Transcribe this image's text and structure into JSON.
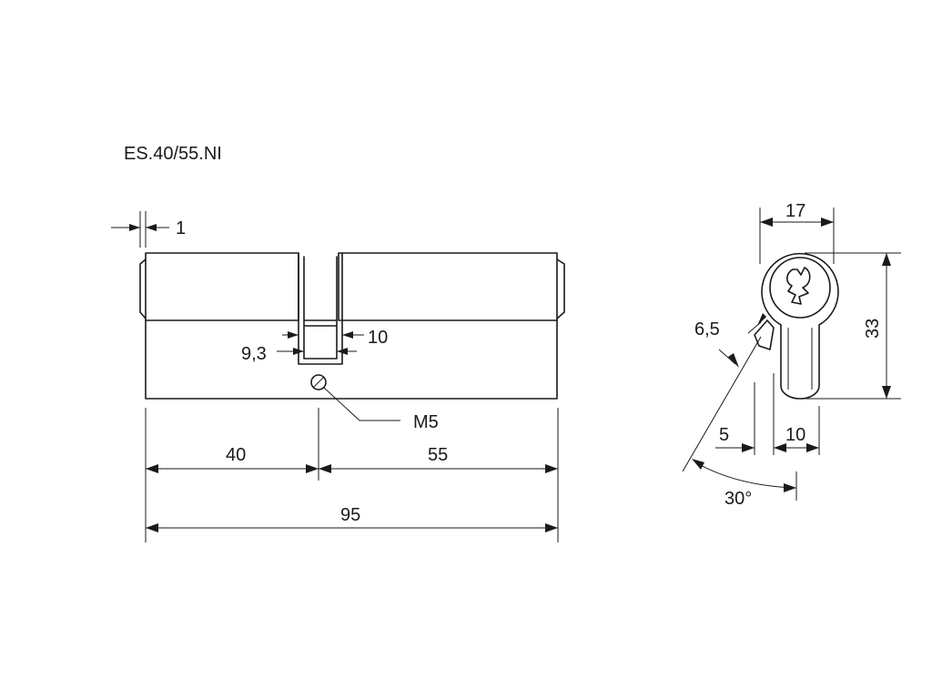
{
  "title": "ES.40/55.NI",
  "side_view": {
    "dim_flange": "1",
    "dim_cam_width": "10",
    "dim_cam_gap": "9,3",
    "dim_screw": "M5",
    "dim_left": "40",
    "dim_right": "55",
    "dim_total": "95"
  },
  "end_view": {
    "dim_width": "17",
    "dim_height": "33",
    "dim_cam": "6,5",
    "dim_offset": "5",
    "dim_body": "10",
    "dim_angle": "30°"
  }
}
